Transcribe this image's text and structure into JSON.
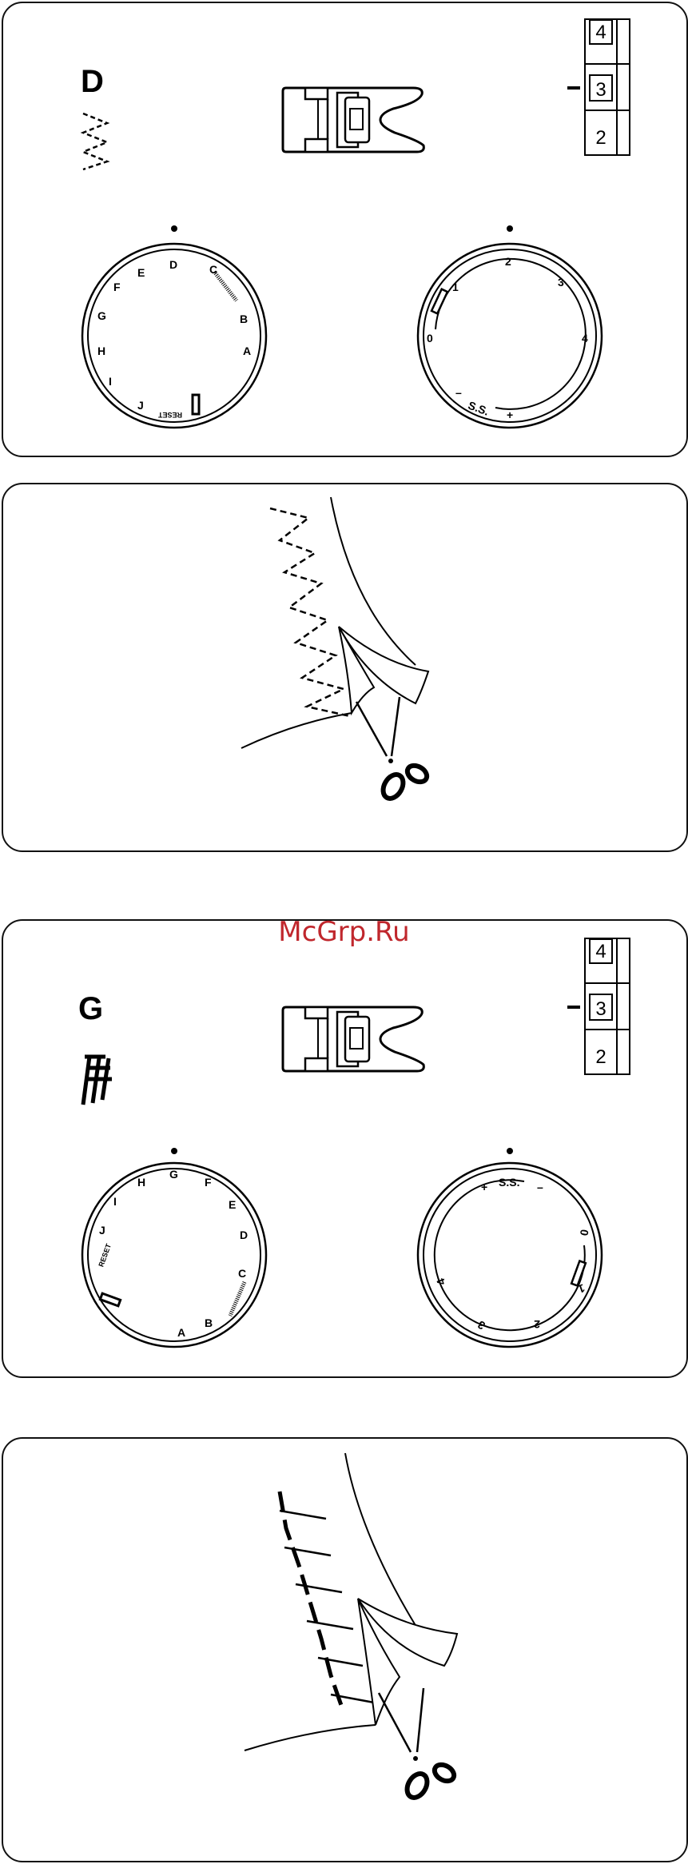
{
  "watermark": "McGrp.Ru",
  "sections": [
    {
      "pattern_letter": "D",
      "stitch_length_gauge": [
        "4",
        "3",
        "2"
      ],
      "pattern_dial_labels": [
        "C",
        "B",
        "A",
        "D",
        "E",
        "F",
        "G",
        "H",
        "I",
        "J",
        "RESET"
      ],
      "stitch_dial_labels": [
        "0",
        "1",
        "2",
        "3",
        "4",
        "S.S.",
        "+",
        "–"
      ]
    },
    {
      "pattern_letter": "G",
      "stitch_length_gauge": [
        "4",
        "3",
        "2"
      ],
      "pattern_dial_labels": [
        "C",
        "B",
        "A",
        "D",
        "E",
        "F",
        "G",
        "H",
        "I",
        "J",
        "RESET"
      ],
      "stitch_dial_labels": [
        "0",
        "1",
        "2",
        "3",
        "4",
        "S.S.",
        "+",
        "–"
      ]
    }
  ],
  "icons": {
    "stitch_zigzag": "zigzag-stitch-icon",
    "stitch_blind": "blind-hem-stitch-icon",
    "foot": "presser-foot-icon",
    "scissors": "scissors-icon"
  }
}
